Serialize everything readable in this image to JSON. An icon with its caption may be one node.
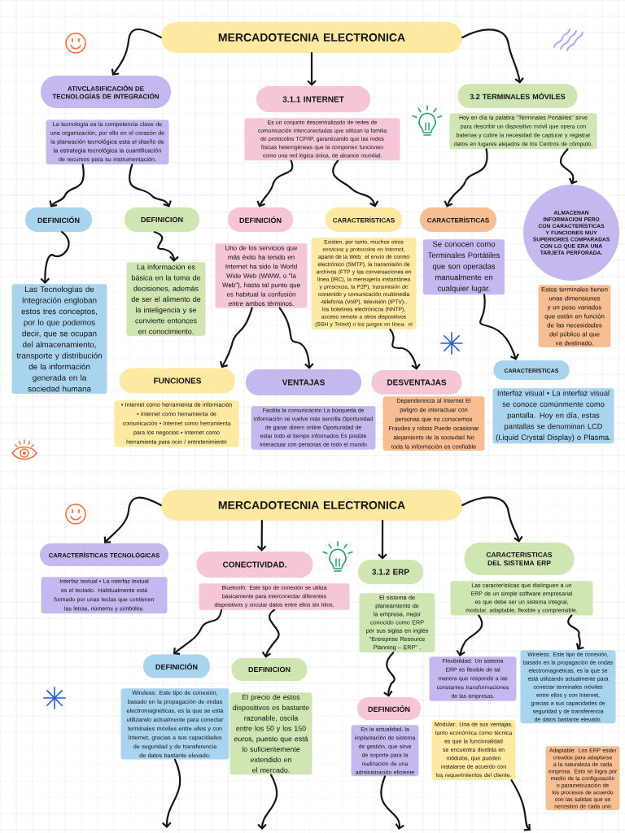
{
  "diagram": {
    "nodes": [
      {
        "text": [
          "MERCADOTECNIA ELECTRONICA"
        ]
      },
      {
        "text": [
          "ATIVCLASIFICACIÓN DE TECNOLOGÍAS DE INTEGRACIÓN"
        ]
      },
      {
        "text": [
          "La tecnología es la competencia clave de una organización, por ello en el corazón de la planeación tecnológica esta el diseño de la estrategia tecnológica la cuantificación de recursos para su instrumentación."
        ]
      },
      {
        "text": [
          "3.1.1 INTERNET"
        ]
      },
      {
        "text": [
          "Es un conjunto descentralizado de redes de comunicación interconectadas que utilizan la familia de protocolos TCP/IP, garantizando que las redes físicas heterogéneas que la componen funcionen como una red lógica única, de alcance mundial."
        ]
      },
      {
        "text": [
          "3.2 TERMINALES MÓVILES"
        ]
      },
      {
        "text": [
          "Hoy en día la palabra \"Terminales Portátiles\" sirve para describir un dispositivo móvil que opera con baterías y cubre la necesidad de capturar y registrar datos en lugares alejados de los Centros de cómputo."
        ]
      },
      {
        "text": [
          "DEFINICIÓN"
        ]
      },
      {
        "text": [
          "DEFINICION"
        ]
      },
      {
        "text": [
          "DEFINICIÓN"
        ]
      },
      {
        "text": [
          "CARACTERÍSTICAS"
        ]
      },
      {
        "text": [
          "CARACTERÍSTICAS"
        ]
      },
      {
        "text": [
          "ALMACENAN INFORMACION PERO CON CARACTERÍSTICAS Y FUNCIONES MUY SUPERIORES COMPARADAS CON LO QUE ERA UNA TARJETA PERFORADA."
        ]
      },
      {
        "text": [
          "Las Tecnologías de Integración engloban estos tres conceptos, por lo que podemos decir, que se ocupan del almacenamiento, transporte y distribución de la información generada en la sociedad humana"
        ]
      },
      {
        "text": [
          "La información es básica en la toma de decisiones, además de ser el alimento de la inteligencia y se convierte entonces en conocimiento."
        ]
      },
      {
        "text": [
          "Uno de los servicios que más éxito ha tenido en Internet ha sido la World Wide Web (WWW, o \"la Web\"), hasta tal punto que es habitual la confusión entre ambos términos."
        ]
      },
      {
        "text": [
          "Existen, por tanto, muchos otros servicios y protocolos en Internet, aparte de la Web: el envío de correo electrónico (SMTP), la transmisión de archivos (FTP y las conversaciones en línea (IRC), la mensajería instantánea y presencia, la P2P), transmisión de contenido y comunicación multimedia -telefonía (VoIP), televisión (IPTV)-, los boletines electrónicos (NNTP), acceso remoto a otros dispositivos (SSH y Telnet) o los juegos en línea. el"
        ]
      },
      {
        "text": [
          "Se conocen como Terminales Portátiles que son operadas manualmente en cualquier lugar."
        ]
      },
      {
        "text": [
          "Estos terminales tienen unas dimensiones y un peso variados que están en función de las necesidades del público al que va destinado."
        ]
      },
      {
        "text": [
          "FUNCIONES"
        ]
      },
      {
        "text": [
          "VENTAJAS"
        ]
      },
      {
        "text": [
          "DESVENTAJAS"
        ]
      },
      {
        "text": [
          "CARACTERÍSTICAS"
        ]
      },
      {
        "text": [
          "• Internet como herramienta de información • Internet como herramienta de comunicación • Internet como herramienta para los negocios • Internet como herramienta para ocio / entretenimiento"
        ]
      },
      {
        "text": [
          "Facilita la comunicación La búsqueda de información se vuelve más sencilla Oportunidad de ganar dinero online Oportunidad de estar todo el tiempo informados Es posible interactuar con personas de todo el mundo"
        ]
      },
      {
        "text": [
          "Dependenncia al Internet El peligro de interactuar con personas que no conocemos Fraudes y robos Puede ocasionar alejamiento de la sociedad No toda la información es confiable"
        ]
      },
      {
        "text": [
          "Interfaz visual • La interfaz visual se conoce comúnmente como pantalla. Hoy en día, estas pantallas se denominan LCD (Liquid Crystal Display) o Plasma."
        ]
      },
      {
        "text": [
          "MERCADOTECNIA ELECTRONICA"
        ]
      },
      {
        "text": [
          "CARACTERÍSTICAS TECNOLÓGICAS"
        ]
      },
      {
        "text": [
          "Interfaz textual • La interfaz textual es el teclado. Habitualmente está formado por unas teclas que contienen las letras, números y símbolos."
        ]
      },
      {
        "text": [
          "CONECTIVIDAD."
        ]
      },
      {
        "text": [
          "Bluetooth: Este tipo de conexión se utiliza básicamente para interconectar diferentes dispositivos y circular datos entre ellos sin hilos."
        ]
      },
      {
        "text": [
          "3.1.2 ERP"
        ]
      },
      {
        "text": [
          "El sistema de planeamiento de la empresa, mejor conocido como ERP por sus siglas en inglés \"Entreprise Resource Planning – ERP\" ."
        ]
      },
      {
        "text": [
          "CARACTERISTICAS DEL SISTEMA ERP"
        ]
      },
      {
        "text": [
          "Las características que distinguen a un ERP de un simple software empresarial es que debe ser un sistema integral, modular, adaptable, flexible y comprensible."
        ]
      },
      {
        "text": [
          "DEFINICIÓN"
        ]
      },
      {
        "text": [
          "DEFINICION"
        ]
      },
      {
        "text": [
          "Wireless: Este tipo de conexión, basado en la propagación de ondas electromagnéticas, es la que se está utilizando actualmente para conectar terminales móviles entre ellos y con Internet, gracias a sus capacidades de seguridad y de transferencia de datos bastante elevado."
        ]
      },
      {
        "text": [
          "El precio de estos dispositivos es bastante razonable, oscila entre los 50 y los 150 euros, puesto que está lo suficientemente extendido en el mercado."
        ]
      },
      {
        "text": [
          "DEFINICIÓN"
        ]
      },
      {
        "text": [
          "En la actualidad, la implantación de sistema de gestión, que sirve de soporte para la realización de una administración eficiente"
        ]
      },
      {
        "text": [
          "Flexibilidad: Un sistema ERP es flexible de tal manera que responde a las constantes transformaciones de las empresas."
        ]
      },
      {
        "text": [
          "Modular: Una de sus ventajas, tanto económica como técnica es que la funcionalidad se encuentra dividida en módulos, que pueden instalarse de acuerdo con los requerimientos del cliente."
        ]
      },
      {
        "text": [
          "Wireless: Este tipo de conexión, basado en la propagación de ondas electromagnéticas, es la que se está utilizando actualmente para conectar terminales móviles entre ellos y con Internet, gracias a sus capacidades de seguridad y de transferencia de datos bastante elevado."
        ]
      },
      {
        "text": [
          "Adaptable: Los ERP están creados para adaptarse a la naturaleza de cada empresa. Esto se logra por medio de la configuración o parametrización de los procesos de acuerdo con las salidas que se necesiten de cada uno"
        ]
      }
    ],
    "edges": [
      {
        "from": 0,
        "to": 1,
        "arrow": "to"
      },
      {
        "from": 0,
        "to": 3,
        "arrow": "to"
      },
      {
        "from": 0,
        "to": 5,
        "arrow": "to"
      },
      {
        "from": 2,
        "to": 7,
        "arrow": "to"
      },
      {
        "from": 2,
        "to": 8,
        "arrow": "to"
      },
      {
        "from": 4,
        "to": 9,
        "arrow": "to"
      },
      {
        "from": 4,
        "to": 10,
        "arrow": "to"
      },
      {
        "from": 6,
        "to": 11,
        "arrow": "to"
      },
      {
        "from": 6,
        "to": 12,
        "arrow": "to"
      },
      {
        "from": 7,
        "to": 13,
        "arrow": "to"
      },
      {
        "from": 8,
        "to": 14,
        "arrow": "to"
      },
      {
        "from": 15,
        "to": 19,
        "arrow": "to"
      },
      {
        "from": 15,
        "to": 20,
        "arrow": "to"
      },
      {
        "from": 16,
        "to": 21,
        "arrow": "to"
      },
      {
        "from": 17,
        "to": 22,
        "arrow": "to"
      },
      {
        "from": 27,
        "to": 28,
        "arrow": "to"
      },
      {
        "from": 27,
        "to": 30,
        "arrow": "to"
      },
      {
        "from": 27,
        "to": 32,
        "arrow": "to"
      },
      {
        "from": 27,
        "to": 34,
        "arrow": "to"
      },
      {
        "from": 31,
        "to": 36,
        "arrow": "to"
      },
      {
        "from": 31,
        "to": 37,
        "arrow": "to"
      },
      {
        "from": 33,
        "to": 40,
        "arrow": "to"
      },
      {
        "from": 35,
        "to": 42,
        "arrow": "to"
      },
      {
        "from": 35,
        "to": 44,
        "arrow": "to"
      },
      {
        "from": 38,
        "to": null,
        "arrow": "to"
      },
      {
        "from": 39,
        "to": null,
        "arrow": "to"
      },
      {
        "from": 41,
        "to": null,
        "arrow": "to"
      },
      {
        "from": 43,
        "to": null,
        "arrow": "to"
      }
    ]
  }
}
